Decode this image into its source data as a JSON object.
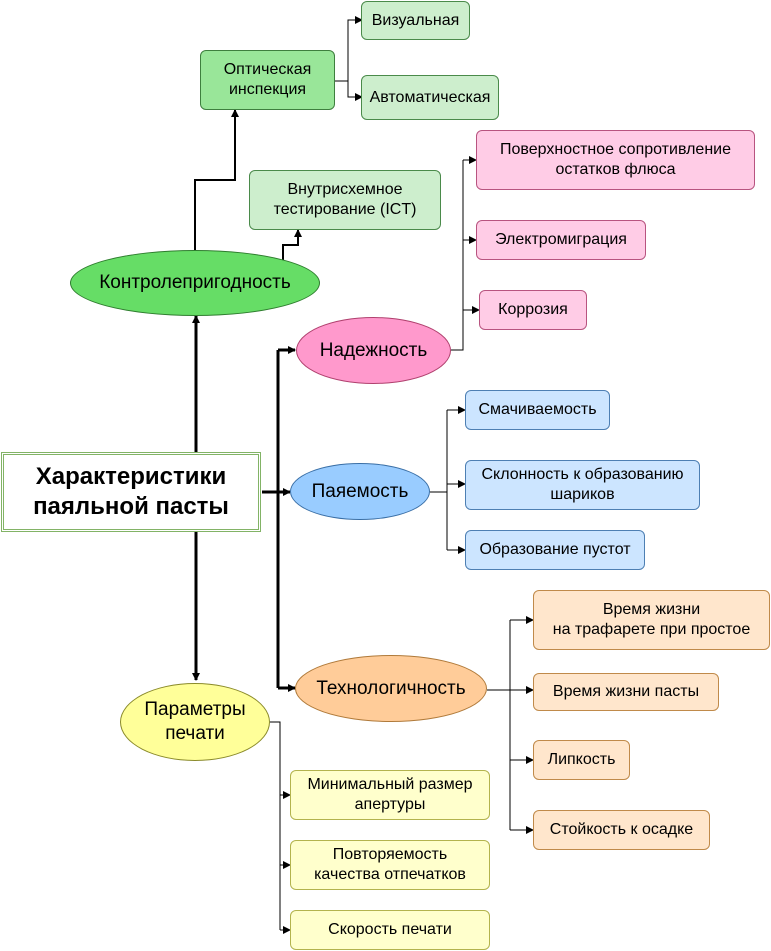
{
  "root": {
    "label": "Характеристики\nпаяльной пасты"
  },
  "categories": {
    "testability": "Контролепригодность",
    "reliability": "Надежность",
    "solderability": "Паяемость",
    "manufacturability": "Технологичность",
    "printing": "Параметры\nпечати"
  },
  "testability_items": {
    "optical": "Оптическая\nинспекция",
    "ict": "Внутрисхемное\nтестирование (ICT)",
    "visual": "Визуальная",
    "automatic": "Автоматическая"
  },
  "reliability_items": [
    "Поверхностное сопротивление\nостатков флюса",
    "Электромиграция",
    "Коррозия"
  ],
  "solderability_items": [
    "Смачиваемость",
    "Склонность к образованию\nшариков",
    "Образование пустот"
  ],
  "manufacturability_items": [
    "Время жизни\nна трафарете при простое",
    "Время жизни пасты",
    "Липкость",
    "Стойкость к осадке"
  ],
  "printing_items": [
    "Минимальный размер\nапертуры",
    "Повторяемость\nкачества отпечатков",
    "Скорость печати"
  ],
  "colors": {
    "root_border": "#82b366",
    "testability": "#66dd66",
    "optical": "#99e699",
    "green_leaf": "#cdeecd",
    "reliability": "#ff99cc",
    "pink_leaf": "#ffcce6",
    "solderability": "#99ccff",
    "blue_leaf": "#cce5ff",
    "manufacturability": "#ffcc99",
    "orange_leaf": "#ffe6cc",
    "printing": "#ffff99",
    "yellow_leaf": "#ffffcc"
  }
}
